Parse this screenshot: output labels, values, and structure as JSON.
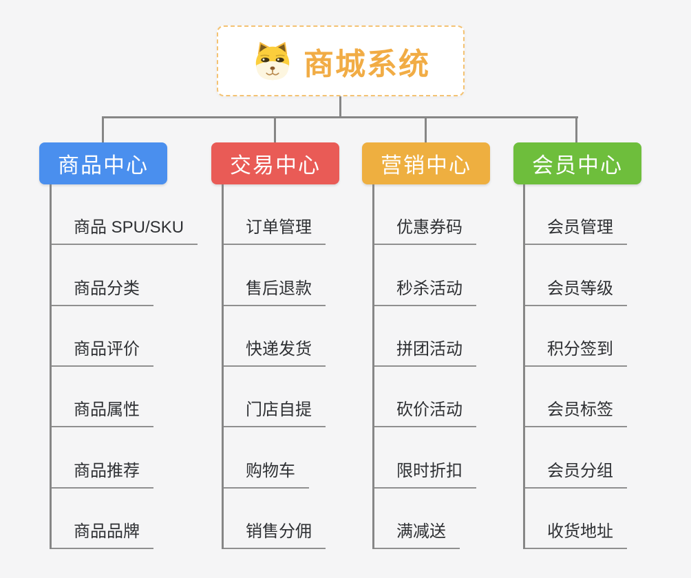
{
  "canvas": {
    "background_color": "#f5f5f6",
    "connector_color": "#868686",
    "underline_color": "#8f8f8f",
    "leaf_text_color": "#2e3033"
  },
  "root": {
    "title": "商城系统",
    "icon": "dog-face-icon",
    "title_color": "#f1ac45",
    "border_color": "#f4c272"
  },
  "branches": [
    {
      "label": "商品中心",
      "color": "#4a8fee",
      "children": [
        "商品 SPU/SKU",
        "商品分类",
        "商品评价",
        "商品属性",
        "商品推荐",
        "商品品牌"
      ]
    },
    {
      "label": "交易中心",
      "color": "#e95b56",
      "children": [
        "订单管理",
        "售后退款",
        "快递发货",
        "门店自提",
        "购物车",
        "销售分佣"
      ]
    },
    {
      "label": "营销中心",
      "color": "#eeaf40",
      "children": [
        "优惠券码",
        "秒杀活动",
        "拼团活动",
        "砍价活动",
        "限时折扣",
        "满减送"
      ]
    },
    {
      "label": "会员中心",
      "color": "#6ebe3c",
      "children": [
        "会员管理",
        "会员等级",
        "积分签到",
        "会员标签",
        "会员分组",
        "收货地址"
      ]
    }
  ]
}
